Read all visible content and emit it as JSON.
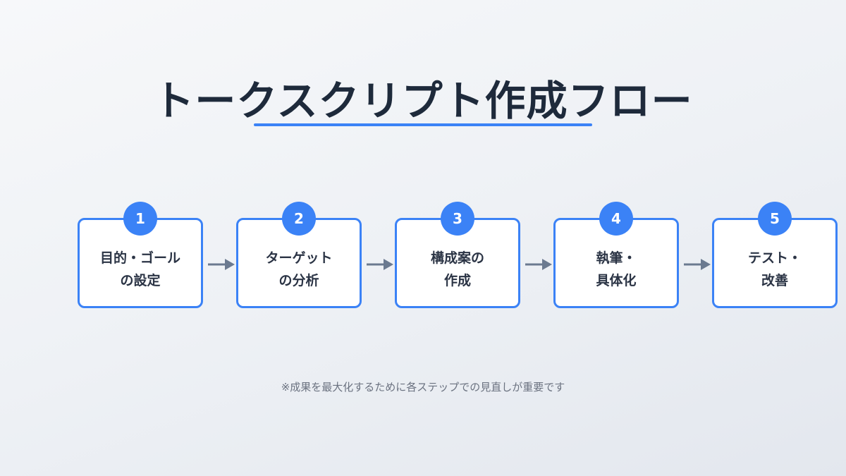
{
  "title": "トークスクリプト作成フロー",
  "steps": [
    {
      "number": "1",
      "label": "目的・ゴール\nの設定"
    },
    {
      "number": "2",
      "label": "ターゲット\nの分析"
    },
    {
      "number": "3",
      "label": "構成案の\n作成"
    },
    {
      "number": "4",
      "label": "執筆・\n具体化"
    },
    {
      "number": "5",
      "label": "テスト・\n改善"
    }
  ],
  "note": "※成果を最大化するために各ステップでの見直しが重要です",
  "colors": {
    "accent": "#3b82f6",
    "title": "#1e2a3b",
    "arrow": "#6b7a90",
    "note": "#6b7280"
  }
}
